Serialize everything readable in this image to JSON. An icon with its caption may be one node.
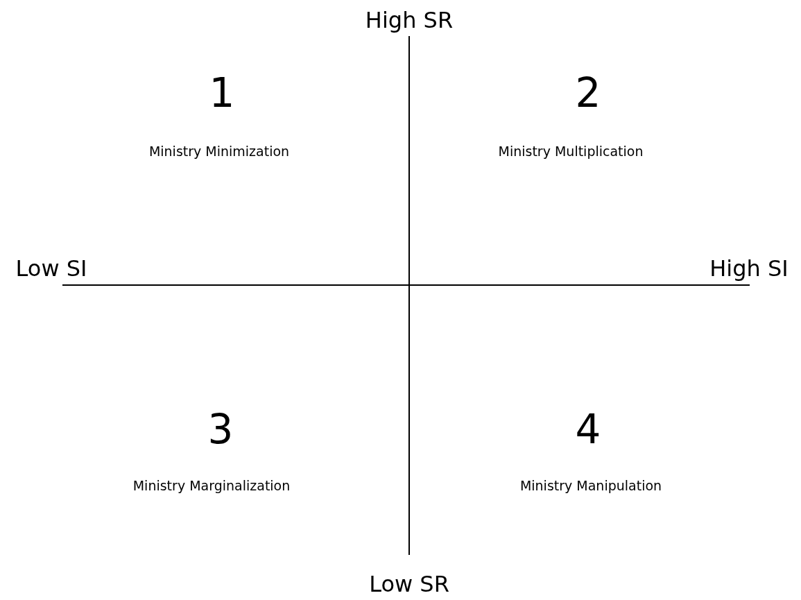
{
  "diagram": {
    "labels": [
      "High SR",
      "1",
      "2",
      "Ministry Minimization",
      "Ministry Multiplication",
      "Low SI",
      "High SI",
      "3",
      "4",
      "Ministry Marginalization",
      "Ministry Manipulation",
      "Low SR"
    ]
  }
}
